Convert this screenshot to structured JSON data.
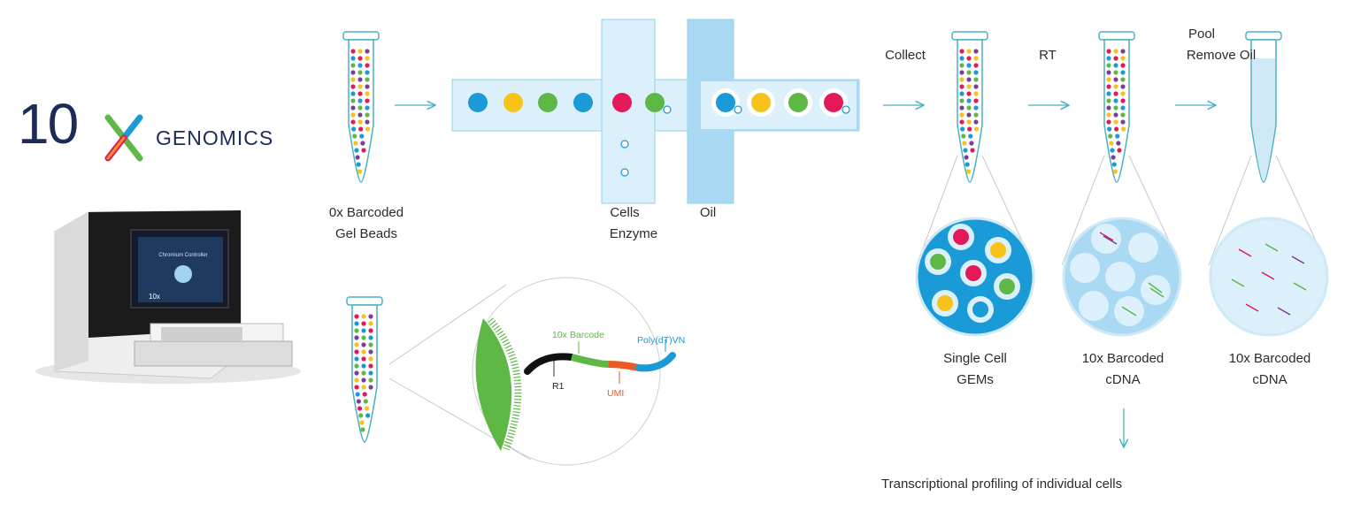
{
  "logo": {
    "number": "10",
    "word": "GENOMICS"
  },
  "instrument": {
    "screen_title": "Chromium Controller",
    "badge": "10x"
  },
  "steps": {
    "beads_line1": "0x Barcoded",
    "beads_line2": "Gel Beads",
    "cells": "Cells",
    "enzyme": "Enzyme",
    "oil": "Oil",
    "collect": "Collect",
    "rt": "RT",
    "pool": "Pool",
    "remove_oil": "Remove Oil"
  },
  "bead_detail": {
    "barcode": "10x Barcode",
    "polydt": "Poly(dT)VN",
    "r1": "R1",
    "umi": "UMI"
  },
  "outputs": {
    "gems_line1": "Single Cell",
    "gems_line2": "GEMs",
    "cdna1_line1": "10x Barcoded",
    "cdna1_line2": "cDNA",
    "cdna2_line1": "10x Barcoded",
    "cdna2_line2": "cDNA"
  },
  "footer": "Transcriptional profiling of individual cells",
  "colors": {
    "blue": "#1a9ad6",
    "yellow": "#f7c21a",
    "green": "#5fb845",
    "red": "#e3195a",
    "purple": "#7b3f98",
    "channel": "#dcf0fb",
    "oil": "#a9d9f3",
    "navy": "#1c2b57",
    "orange": "#ee5a24"
  }
}
